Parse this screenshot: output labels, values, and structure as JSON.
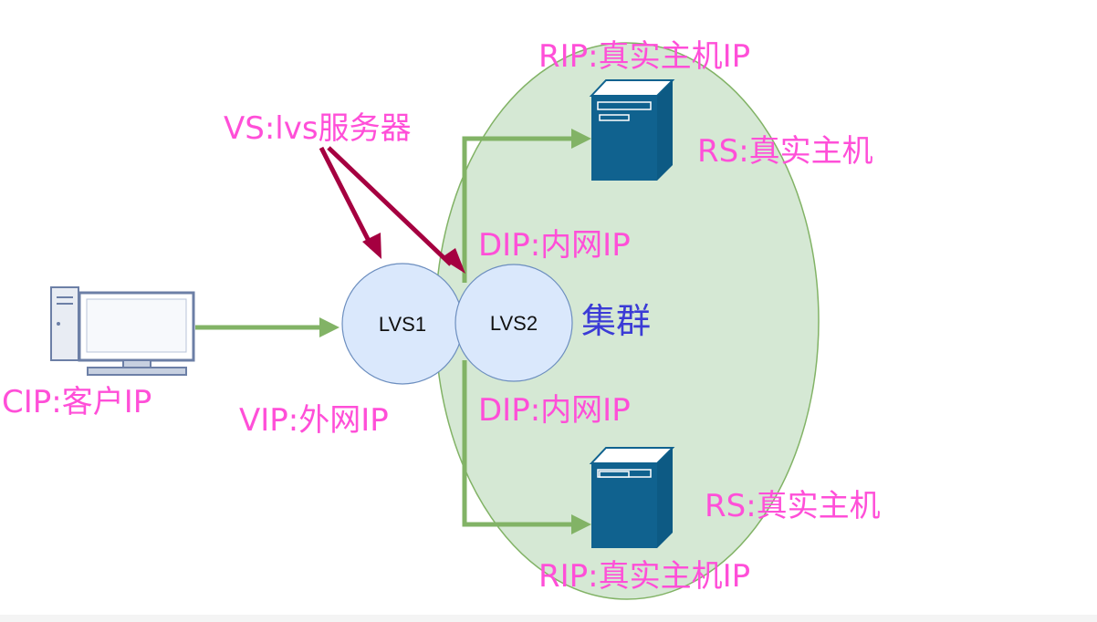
{
  "colors": {
    "label": "#ff4fd8",
    "cluster_label": "#3b3bd6",
    "green_arrow": "#82b366",
    "vs_arrow": "#a50040",
    "cluster_fill": "#d5e8d4",
    "cluster_stroke": "#82b366",
    "lvs_fill": "#dae8fc",
    "lvs_stroke": "#6c8ebf",
    "server": "#10628f"
  },
  "labels": {
    "rip_top": "RIP:真实主机IP",
    "vs": "VS:lvs服务器",
    "rs_top": "RS:真实主机",
    "dip_top": "DIP:内网IP",
    "cluster": "集群",
    "cip": "CIP:客户IP",
    "vip": "VIP:外网IP",
    "dip_bottom": "DIP:内网IP",
    "rs_bottom": "RS:真实主机",
    "rip_bottom": "RIP:真实主机IP"
  },
  "nodes": {
    "lvs1": "LVS1",
    "lvs2": "LVS2"
  },
  "icons": {
    "client": "desktop-computer-icon",
    "server": "server-tower-icon"
  }
}
